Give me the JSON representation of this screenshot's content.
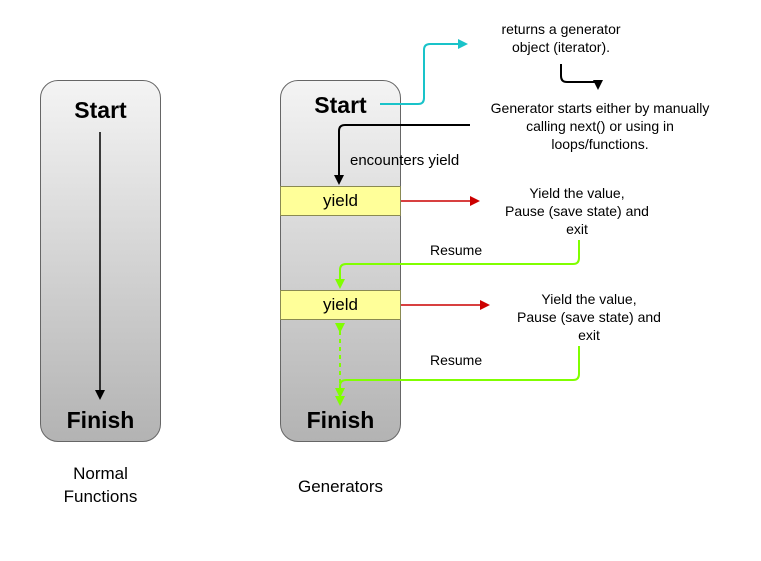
{
  "normal": {
    "start": "Start",
    "finish": "Finish",
    "caption_line1": "Normal",
    "caption_line2": "Functions"
  },
  "generator": {
    "start": "Start",
    "finish": "Finish",
    "caption": "Generators",
    "yield_1": "yield",
    "yield_2": "yield"
  },
  "notes": {
    "returns_line1": "returns a generator",
    "returns_line2": "object (iterator).",
    "starts_line1": "Generator starts either by manually",
    "starts_line2": "calling next() or using in",
    "starts_line3": "loops/functions.",
    "encounters": "encounters yield",
    "yield_value_1_line1": "Yield  the value,",
    "yield_value_1_line2": "Pause (save state) and",
    "yield_value_1_line3": "exit",
    "resume_1": "Resume",
    "yield_value_2_line1": "Yield  the value,",
    "yield_value_2_line2": "Pause (save state) and",
    "yield_value_2_line3": "exit",
    "resume_2": "Resume"
  },
  "colors": {
    "cyan_arrow": "#19c3c9",
    "red_arrow": "#cc0000",
    "green_arrow": "#80ff00",
    "yield_fill": "#ffff99"
  }
}
